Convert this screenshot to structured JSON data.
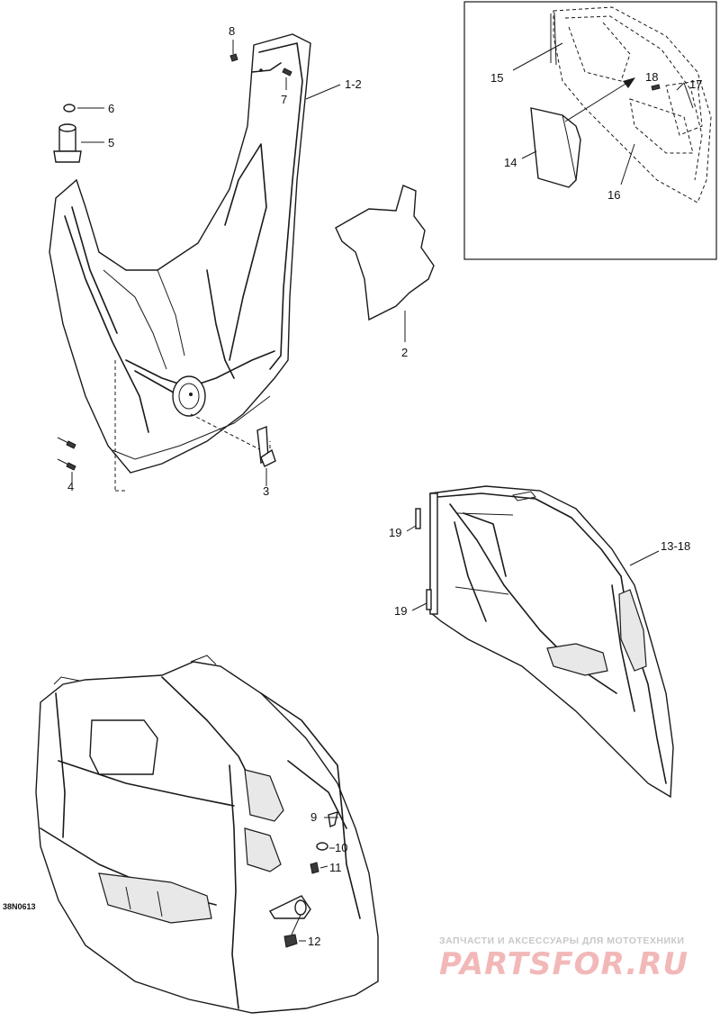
{
  "callouts": {
    "c1_2": "1-2",
    "c2": "2",
    "c3": "3",
    "c4": "4",
    "c5": "5",
    "c6": "6",
    "c7": "7",
    "c8": "8",
    "c9": "9",
    "c10": "10",
    "c11": "11",
    "c12": "12",
    "c13_18": "13-18",
    "c14": "14",
    "c15": "15",
    "c16": "16",
    "c17": "17",
    "c18": "18",
    "c19a": "19",
    "c19b": "19"
  },
  "drawing_code": "38N0613",
  "watermark": {
    "tagline": "ЗАПЧАСТИ И АКСЕССУАРЫ ДЛЯ МОТОТЕХНИКИ",
    "brand": "PARTSFOR.RU"
  }
}
